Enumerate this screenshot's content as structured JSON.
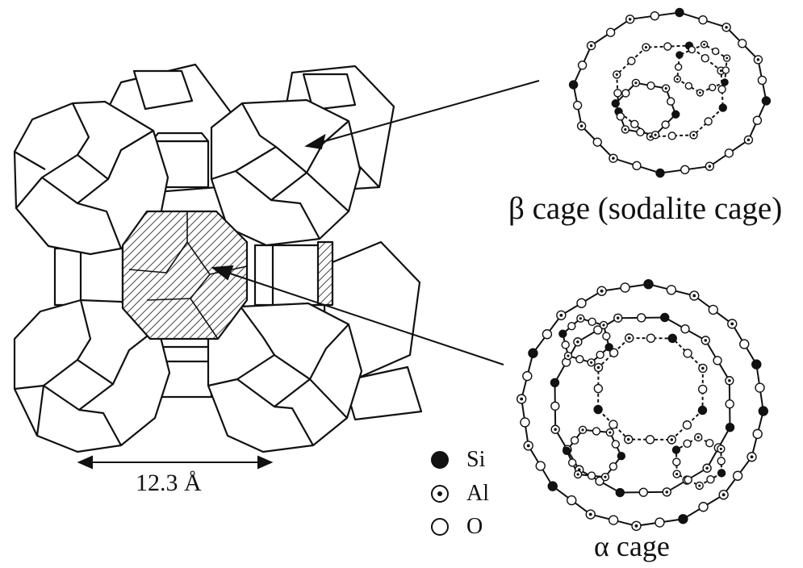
{
  "labels": {
    "beta_cage": "β cage (sodalite cage)",
    "alpha_cage": "α cage",
    "dimension": "12.3 Å"
  },
  "legend": [
    {
      "symbol": "filled-circle",
      "label": "Si"
    },
    {
      "symbol": "dotted-circle",
      "label": "Al"
    },
    {
      "symbol": "open-circle",
      "label": "O"
    }
  ],
  "colors": {
    "line": "#111111",
    "hatch": "#555555",
    "atom_fill_si": "#111111",
    "atom_fill_o": "#ffffff"
  }
}
